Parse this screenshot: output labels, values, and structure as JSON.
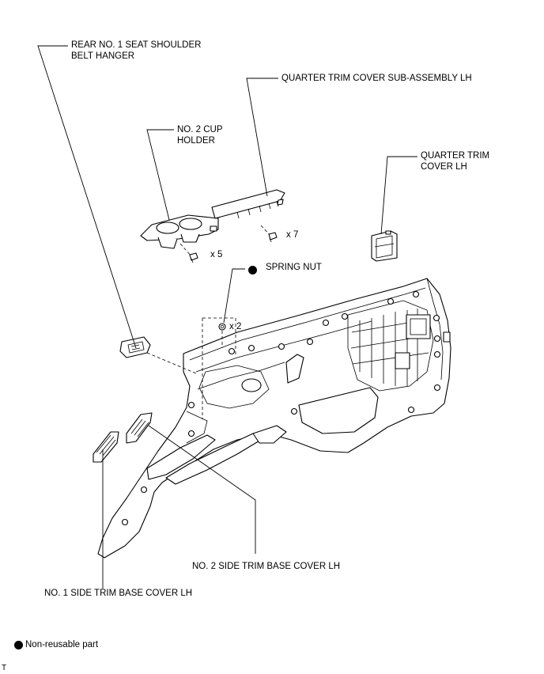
{
  "labels": {
    "shoulder_belt_hanger": [
      "REAR NO. 1 SEAT SHOULDER",
      "BELT HANGER"
    ],
    "quarter_trim_cover_subassembly": "QUARTER TRIM COVER SUB-ASSEMBLY LH",
    "cup_holder": [
      "NO. 2 CUP",
      "HOLDER"
    ],
    "quarter_trim_cover": [
      "QUARTER TRIM",
      "COVER LH"
    ],
    "screw_count_x7": "x 7",
    "screw_count_x5": "x 5",
    "spring_nut": "SPRING NUT",
    "nut_count_x2": "x 2",
    "side_trim_base_cover_2": "NO. 2 SIDE TRIM BASE COVER LH",
    "side_trim_base_cover_1": "NO. 1 SIDE TRIM BASE COVER LH"
  },
  "legend": {
    "non_reusable": "Non-reusable part"
  },
  "corner_mark": "T",
  "colors": {
    "line": "#000000",
    "background": "#ffffff",
    "non_reusable_marker": "#000000"
  }
}
